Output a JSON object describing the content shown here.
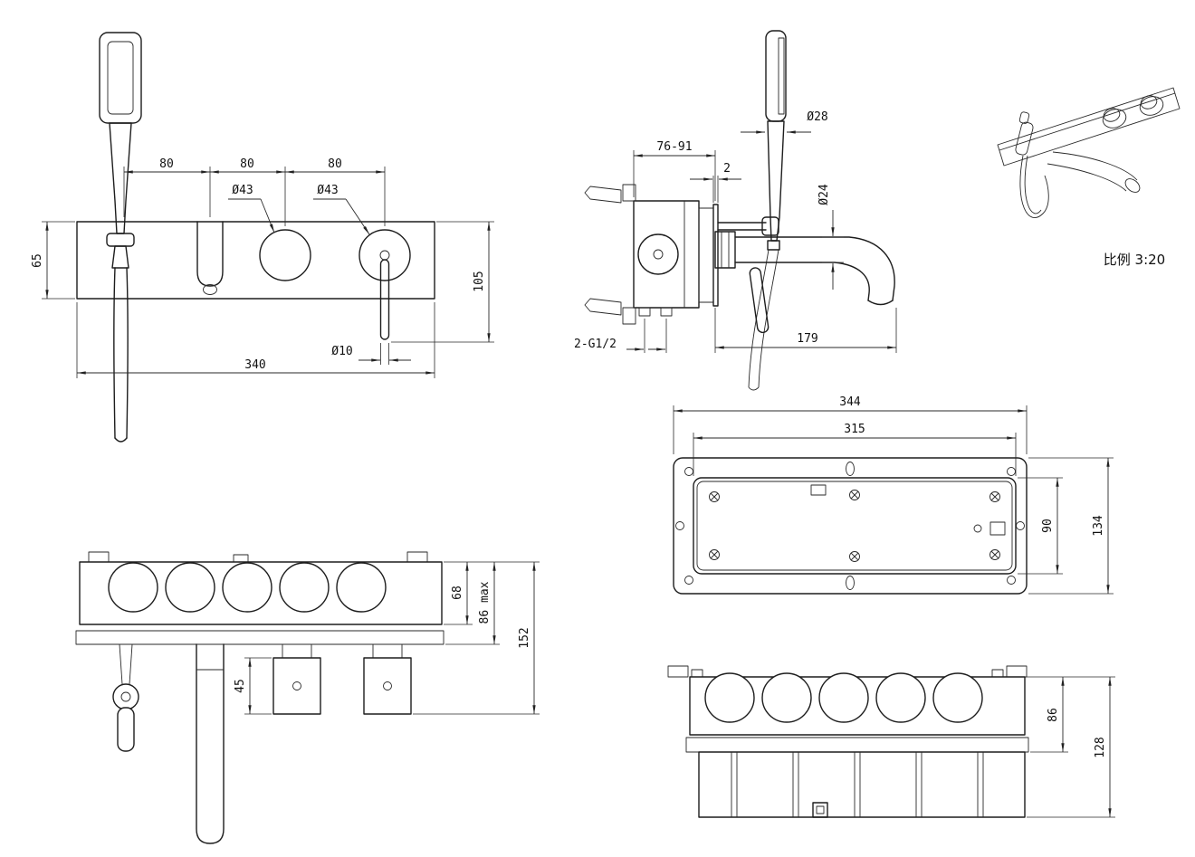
{
  "front_view": {
    "spacing_1": "80",
    "spacing_2": "80",
    "spacing_3": "80",
    "knob_diameter_1": "Ø43",
    "knob_diameter_2": "Ø43",
    "plate_height": "65",
    "overall_height": "105",
    "overall_width": "340",
    "lever_diameter": "Ø10"
  },
  "side_view": {
    "wall_depth": "76-91",
    "plate_thickness": "2",
    "handset_diameter": "Ø28",
    "spout_diameter": "Ø24",
    "spout_reach": "179",
    "inlet_thread": "2-G1/2"
  },
  "perspective_view": {
    "scale_label": "比例 3:20"
  },
  "box_back_view": {
    "outer_width": "344",
    "inner_width": "315",
    "inner_height": "90",
    "outer_height": "134"
  },
  "box_top_view": {
    "body_depth": "68",
    "max_depth": "86 max",
    "total_depth": "152",
    "valve_block_height": "45"
  },
  "box_front_view": {
    "body_height": "86",
    "total_height": "128"
  }
}
